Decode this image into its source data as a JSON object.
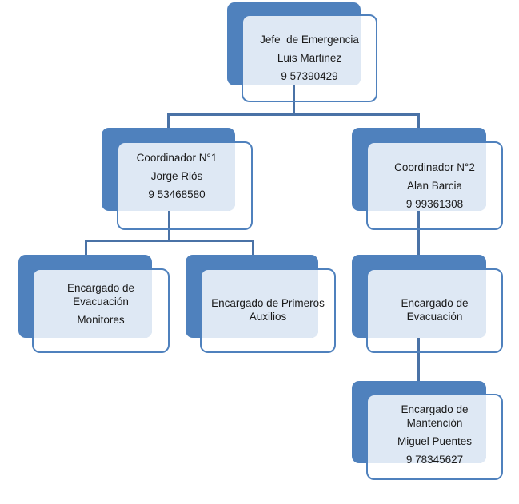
{
  "diagram": {
    "type": "org-chart",
    "colors": {
      "shape": "#4f81bd",
      "fill": "#eaf0f8",
      "line": "#4a72a6",
      "text": "#1a1a1a"
    },
    "nodes": {
      "jefe": {
        "role": "Jefe  de Emergencia",
        "name": "Luis Martinez",
        "phone": "9 57390429"
      },
      "coord1": {
        "role": "Coordinador N°1",
        "name": "Jorge Riós",
        "phone": "9 53468580"
      },
      "coord2": {
        "role": "Coordinador N°2",
        "name": "Alan Barcia",
        "phone": "9 99361308"
      },
      "evac1": {
        "role_line1": "Encargado de",
        "role_line2": "Evacuación",
        "name": "Monitores"
      },
      "auxilios": {
        "role_line1": "Encargado de Primeros",
        "role_line2": "Auxilios"
      },
      "evac2": {
        "role_line1": "Encargado de",
        "role_line2": "Evacuación"
      },
      "mantencion": {
        "role_line1": "Encargado de",
        "role_line2": "Mantención",
        "name": "Miguel Puentes",
        "phone": "9 78345627"
      }
    },
    "edges": [
      [
        "jefe",
        "coord1"
      ],
      [
        "jefe",
        "coord2"
      ],
      [
        "coord1",
        "evac1"
      ],
      [
        "coord1",
        "auxilios"
      ],
      [
        "coord2",
        "evac2"
      ],
      [
        "evac2",
        "mantencion"
      ]
    ]
  }
}
